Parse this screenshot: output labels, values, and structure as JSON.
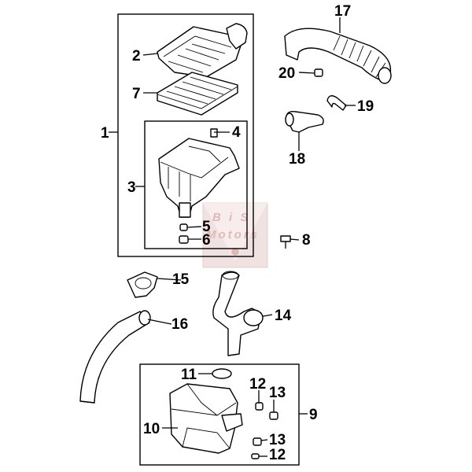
{
  "diagram": {
    "callouts": {
      "c1": "1",
      "c2": "2",
      "c3": "3",
      "c4": "4",
      "c5": "5",
      "c6": "6",
      "c7": "7",
      "c8": "8",
      "c9": "9",
      "c10": "10",
      "c11": "11",
      "c12a": "12",
      "c12b": "12",
      "c13a": "13",
      "c13b": "13",
      "c14": "14",
      "c15": "15",
      "c16": "16",
      "c17": "17",
      "c18": "18",
      "c19": "19",
      "c20": "20"
    },
    "watermark": {
      "line1": "B i S",
      "line2": "Motors"
    }
  }
}
